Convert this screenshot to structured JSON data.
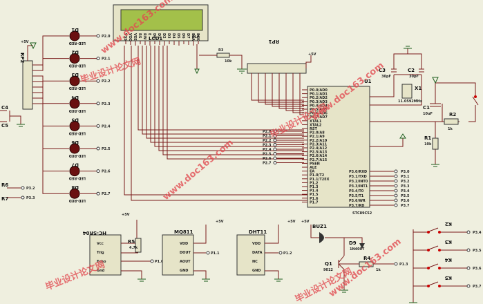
{
  "leds": [
    {
      "ref": "D1",
      "part": "LED-RED",
      "net": "P2.0"
    },
    {
      "ref": "D2",
      "part": "LED-RED",
      "net": "P2.1"
    },
    {
      "ref": "D3",
      "part": "LED-RED",
      "net": "P2.2"
    },
    {
      "ref": "D4",
      "part": "LED-RED",
      "net": "P2.3"
    },
    {
      "ref": "D5",
      "part": "LED-RED",
      "net": "P2.4"
    },
    {
      "ref": "D6",
      "part": "LED-RED",
      "net": "P2.5"
    },
    {
      "ref": "D7",
      "part": "LED-RED",
      "net": "P2.6"
    },
    {
      "ref": "D8",
      "part": "LED-RED",
      "net": "P2.7"
    }
  ],
  "lcd": {
    "ref": "LCD1",
    "pins": [
      "VSS",
      "VDD",
      "VEE",
      "RS",
      "RW",
      "E",
      "D0",
      "D1",
      "D2",
      "D3",
      "D4",
      "D5",
      "D6",
      "D7",
      "BLA",
      "BLK"
    ]
  },
  "rp2": {
    "ref": "RP2"
  },
  "rp1": {
    "ref": "RP1"
  },
  "r3": {
    "ref": "R3",
    "value": "10k"
  },
  "mcu": {
    "ref": "U1",
    "part": "STC89C52",
    "left_pins": [
      "P0.0/AD0",
      "P0.1/AD1",
      "P0.2/AD2",
      "P0.3/AD3",
      "P0.4/AD4",
      "P0.5/AD5",
      "P0.6/AD6",
      "P0.7/AD7",
      "XTAL1",
      "XTAL2",
      "RST",
      "P2.0/A8",
      "P2.1/A9",
      "P2.2/A10",
      "P2.3/A11",
      "P2.4/A12",
      "P2.5/A13",
      "P2.6/A14",
      "P2.7/A15",
      "PSEN",
      "ALE",
      "EA",
      "P1.0/T2",
      "P1.1/T2EX",
      "P1.2",
      "P1.3",
      "P1.4",
      "P1.5",
      "P1.6",
      "P1.7"
    ],
    "right_pins": [
      "P3.0/RXD",
      "P3.1/TXD",
      "P3.2/INT0",
      "P3.3/INT1",
      "P3.4/T0",
      "P3.5/T1",
      "P3.6/WR",
      "P3.7/RD"
    ],
    "port2_labels": [
      "P2.0",
      "P2.1",
      "P2.2",
      "P2.3",
      "P2.4",
      "P2.5",
      "P2.6",
      "P2.7"
    ],
    "port1_labels": [
      "P1.0",
      "P1.1",
      "P1.2",
      "P1.3",
      "P1.4",
      "P1.5",
      "P1.6",
      "P1.7"
    ],
    "port3_labels": [
      "P3.0",
      "P3.1",
      "P3.2",
      "P3.3",
      "P3.4",
      "P3.5",
      "P3.6",
      "P3.7"
    ]
  },
  "crystal": {
    "c3": "C3",
    "c3v": "30pF",
    "c2": "C2",
    "c2v": "30pF",
    "x1": "X1",
    "x1v": "11.0592MHz"
  },
  "reset": {
    "c1": "C1",
    "c1v": "10uF",
    "r1": "R1",
    "r1v": "10k",
    "r2": "R2",
    "r2v": "1k"
  },
  "left_caps": [
    {
      "ref": "C4"
    },
    {
      "ref": "C5"
    }
  ],
  "left_res": [
    {
      "ref": "R6",
      "net": "P3.2"
    },
    {
      "ref": "R7",
      "net": "P3.3"
    }
  ],
  "hcsr04": {
    "ref": "HC-SR04",
    "pins": [
      "Vcc",
      "Trig",
      "Echo",
      "Gnd"
    ],
    "r": "R5",
    "rv": "4.7k",
    "net": "P1.0"
  },
  "mq": {
    "ref": "MQ811",
    "pins": [
      "VDD",
      "DOUT",
      "AOUT",
      "GND"
    ],
    "net": "P1.1"
  },
  "dht": {
    "ref": "DHT11",
    "pins": [
      "VDD",
      "DATA",
      "NC",
      "GND"
    ],
    "net": "P1.2"
  },
  "buzzer": {
    "ref": "BUZ1",
    "diode": "D9",
    "dv": "1N4007",
    "q": "Q1",
    "qv": "9012",
    "r": "R4",
    "rv": "1k",
    "net": "P1.3"
  },
  "keys": [
    {
      "ref": "K2",
      "net": "P3.4"
    },
    {
      "ref": "K3",
      "net": "P3.5"
    },
    {
      "ref": "K4",
      "net": "P3.6"
    },
    {
      "ref": "K5",
      "net": "P3.7"
    }
  ],
  "power": {
    "vcc": "+5V"
  },
  "watermark": {
    "line1": "毕业设计论文网",
    "line2": "www.doc163.com"
  }
}
